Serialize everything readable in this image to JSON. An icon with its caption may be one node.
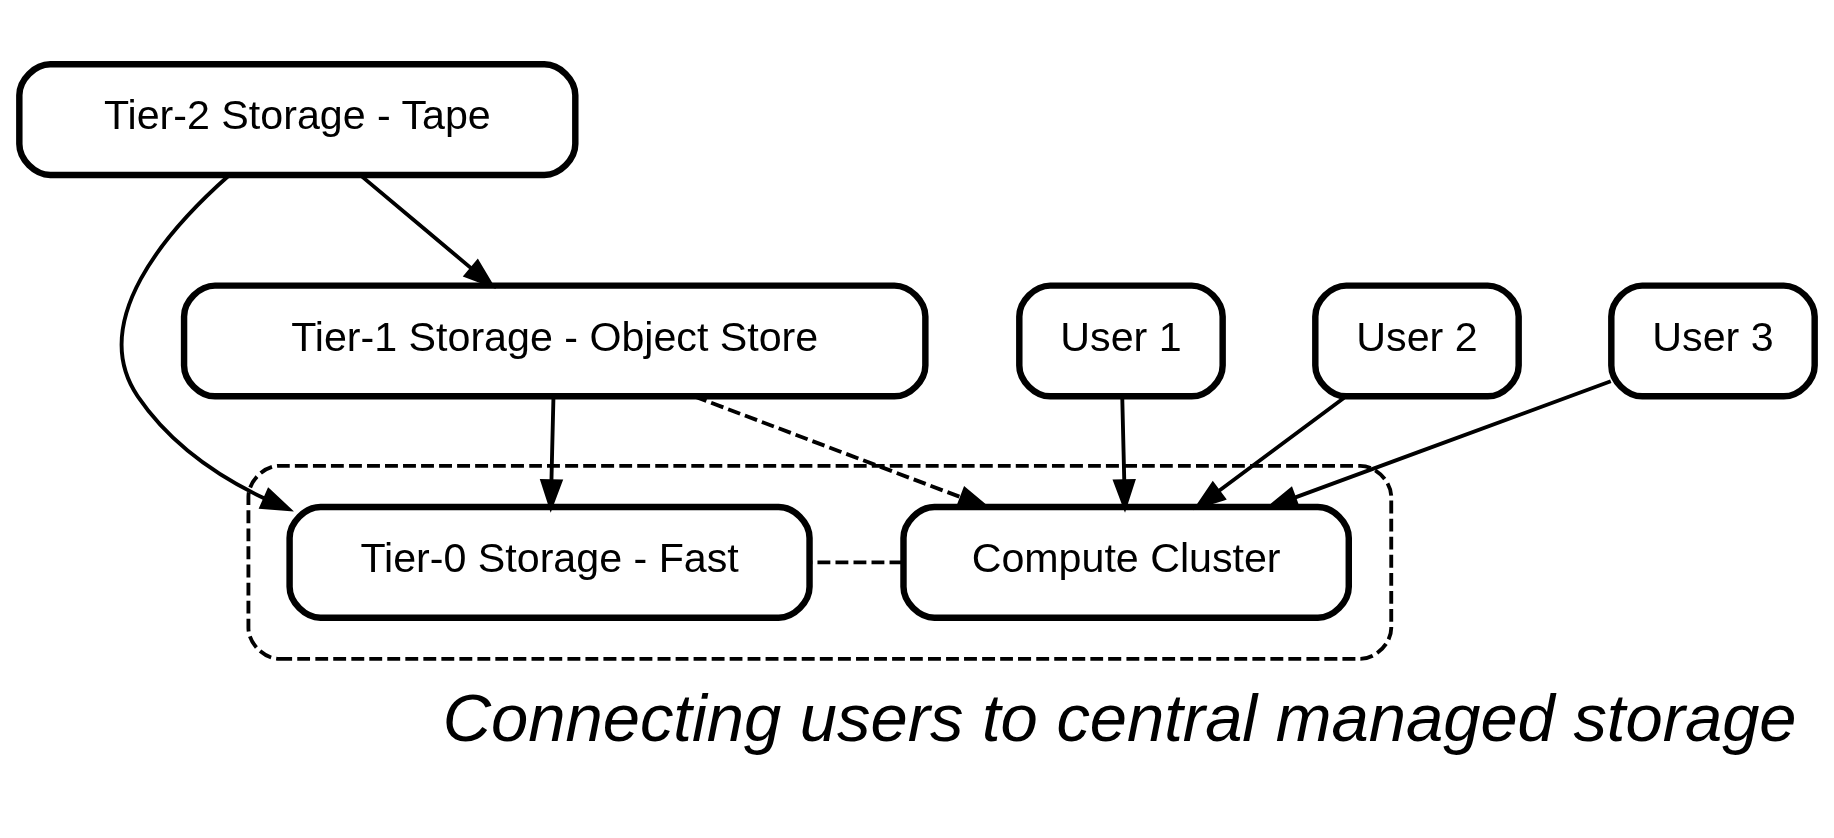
{
  "diagram": {
    "caption": "Connecting users to central managed storage",
    "nodes": [
      {
        "text": [
          "Tier-2 Storage - Tape"
        ]
      },
      {
        "text": [
          "Tier-1 Storage - Object Store"
        ]
      },
      {
        "text": [],
        "shape": "box"
      },
      {
        "text": [
          "Compute Cluster"
        ],
        "in": 2
      },
      {
        "text": [
          "Tier-0 Storage - Fast"
        ],
        "in": 2
      },
      {
        "text": [
          "User 1"
        ]
      },
      {
        "text": [
          "User 2"
        ]
      },
      {
        "text": [
          "User 3"
        ]
      }
    ],
    "edges": [
      {
        "from": 0,
        "to": 1,
        "arrow": "to"
      },
      {
        "from": 1,
        "to": 3,
        "arrow": "to",
        "style": "dashed"
      },
      {
        "from": 1,
        "to": 4,
        "arrow": "to"
      },
      {
        "from": 0,
        "to": 4,
        "arrow": "to"
      },
      {
        "from": 3,
        "to": 4,
        "arrow": "none",
        "style": "dashed"
      },
      {
        "from": 5,
        "to": 3,
        "arrow": "to"
      },
      {
        "from": 6,
        "to": 3,
        "arrow": "to"
      },
      {
        "from": 7,
        "to": 3,
        "arrow": "to"
      }
    ]
  }
}
